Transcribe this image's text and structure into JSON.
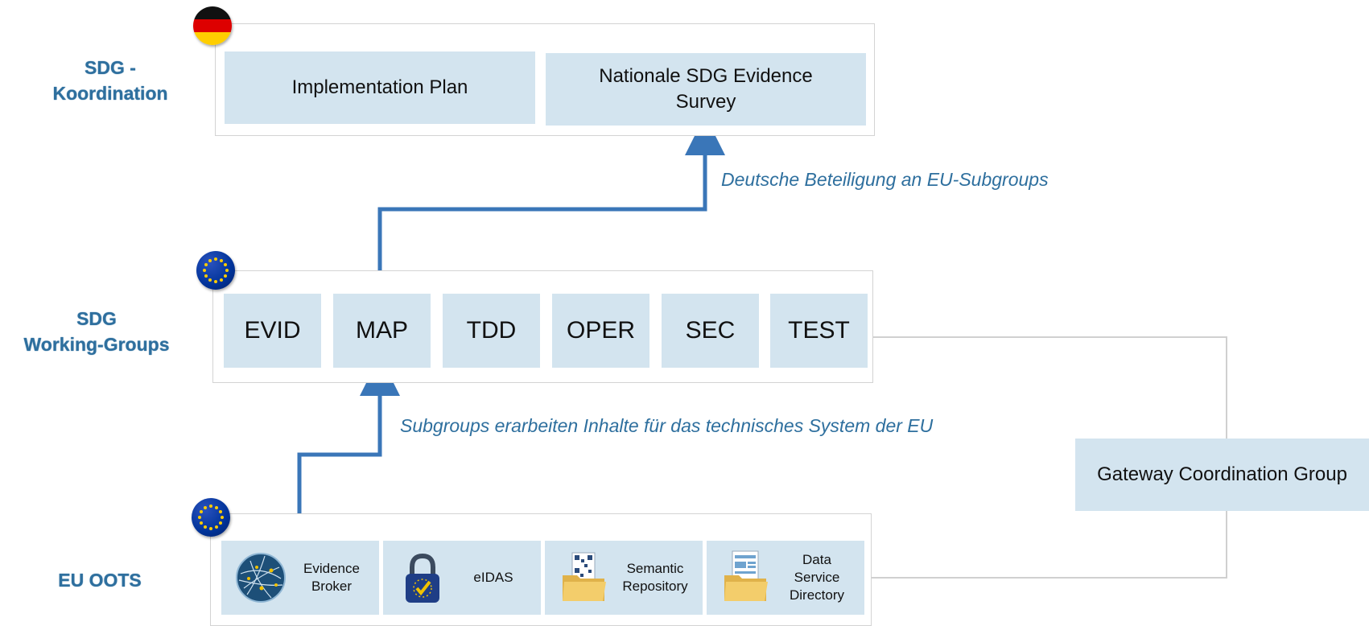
{
  "rows": {
    "koordination": {
      "line1": "SDG -",
      "line2": "Koordination"
    },
    "working_groups": {
      "line1": "SDG",
      "line2": "Working-Groups"
    },
    "oots": {
      "label": "EU OOTS"
    }
  },
  "koordination_boxes": {
    "implementation_plan": "Implementation Plan",
    "survey_line1": "Nationale SDG Evidence",
    "survey_line2": "Survey"
  },
  "working_groups": [
    "EVID",
    "MAP",
    "TDD",
    "OPER",
    "SEC",
    "TEST"
  ],
  "oots_components": {
    "evidence_broker": {
      "line1": "Evidence",
      "line2": "Broker",
      "icon": "globe-network-icon"
    },
    "eidas": {
      "line1": "eIDAS",
      "icon": "padlock-eu-icon"
    },
    "semantic_repository": {
      "line1": "Semantic",
      "line2": "Repository",
      "icon": "folder-qr-icon"
    },
    "data_service_directory": {
      "line1": "Data",
      "line2": "Service",
      "line3": "Directory",
      "icon": "folder-document-icon"
    }
  },
  "gateway": {
    "label": "Gateway Coordination Group"
  },
  "annotations": {
    "top": "Deutsche Beteiligung an EU-Subgroups",
    "bottom": "Subgroups erarbeiten Inhalte für das technisches System der EU"
  },
  "flags": {
    "top": "germany-flag-icon",
    "middle": "eu-flag-icon",
    "bottom": "eu-flag-icon"
  },
  "colors": {
    "accent": "#2e6f9e",
    "arrow": "#3a76b8",
    "box_fill": "#d3e4ef",
    "frame_border": "#d3d3d3"
  }
}
